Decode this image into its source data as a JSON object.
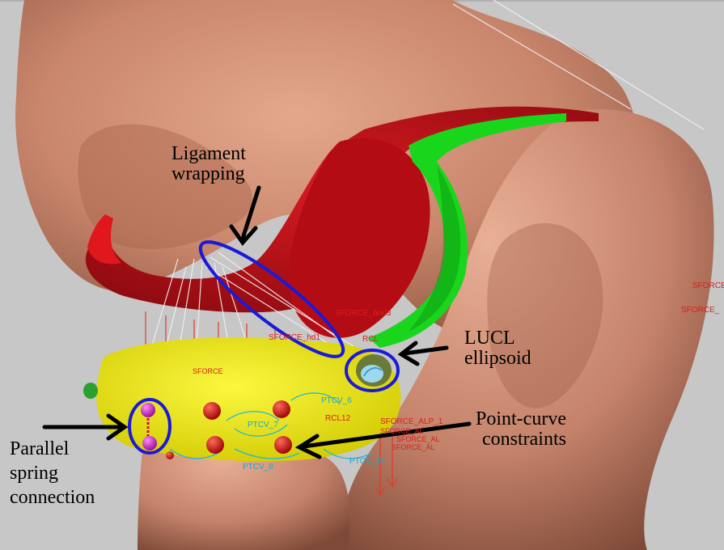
{
  "annotations": {
    "ligament_wrapping": [
      "Ligament",
      "wrapping"
    ],
    "lucl_ellipsoid": [
      "LUCL",
      "ellipsoid"
    ],
    "point_curve_constraints": [
      "Point-curve",
      "constraints"
    ],
    "parallel_spring_connection": [
      "Parallel",
      "spring",
      "connection"
    ]
  },
  "model_labels": {
    "ptcv_6": "PTCV_6",
    "ptcv_7": "PTCV_7",
    "ptcv_8": "PTCV_8",
    "ptcv_10": "PTCV_10",
    "rcl12": "RCL12",
    "rcl": "RCL",
    "sforce_alp_1": "SFORCE_ALP_1",
    "sforce_right_1": "SFORCE_",
    "sforce_right_2": "SFORCE_",
    "sforce_top": "SFORCE_bod3",
    "sforce_mid": "SFORCE_hd1",
    "sforce_small_1": "SFORCE_AL",
    "sforce_small_2": "SFORCE_AL",
    "sforce_small_3": "SFORCE_AL",
    "sforce_left": "SFORCE"
  },
  "colors": {
    "background": "#c7c7c7",
    "bone": "#c9866c",
    "ligament_red": "#c8101a",
    "ligament_green": "#19d61d",
    "ellipsoid_yellow": "#f3f000",
    "highlight_blue": "#1a1ad8",
    "force_red": "#e03a2a",
    "constraint_cyan": "#22b8d8",
    "spring_magenta": "#d020c8"
  }
}
